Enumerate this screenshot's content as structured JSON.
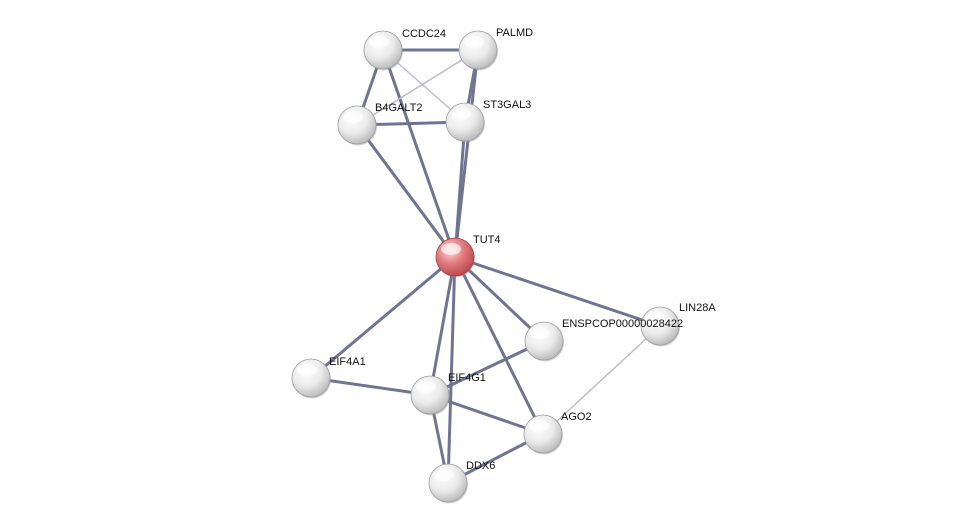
{
  "colors": {
    "node_query": "#d9666b",
    "node_default": "#e8e8e8",
    "edge_strong": "#6f7590",
    "edge_light": "#b9bcc8"
  },
  "nodes": [
    {
      "id": "ccdc24",
      "label": "CCDC24",
      "type": "default"
    },
    {
      "id": "palmd",
      "label": "PALMD",
      "type": "default"
    },
    {
      "id": "b4galt2",
      "label": "B4GALT2",
      "type": "default"
    },
    {
      "id": "st3gal3",
      "label": "ST3GAL3",
      "type": "default"
    },
    {
      "id": "tut4",
      "label": "TUT4",
      "type": "query"
    },
    {
      "id": "lin28a",
      "label": "LIN28A",
      "type": "default"
    },
    {
      "id": "enspcop",
      "label": "ENSPCOP00000028422",
      "type": "default"
    },
    {
      "id": "eif4a1",
      "label": "EIF4A1",
      "type": "default"
    },
    {
      "id": "eif4g1",
      "label": "EIF4G1",
      "type": "default"
    },
    {
      "id": "ago2",
      "label": "AGO2",
      "type": "default"
    },
    {
      "id": "ddx6",
      "label": "DDX6",
      "type": "default"
    }
  ],
  "edges": [
    {
      "from": "ccdc24",
      "to": "palmd",
      "strength": "strong"
    },
    {
      "from": "ccdc24",
      "to": "b4galt2",
      "strength": "strong"
    },
    {
      "from": "ccdc24",
      "to": "st3gal3",
      "strength": "light"
    },
    {
      "from": "ccdc24",
      "to": "tut4",
      "strength": "strong"
    },
    {
      "from": "palmd",
      "to": "b4galt2",
      "strength": "light"
    },
    {
      "from": "palmd",
      "to": "st3gal3",
      "strength": "strong"
    },
    {
      "from": "palmd",
      "to": "tut4",
      "strength": "strong"
    },
    {
      "from": "b4galt2",
      "to": "st3gal3",
      "strength": "strong"
    },
    {
      "from": "b4galt2",
      "to": "tut4",
      "strength": "strong"
    },
    {
      "from": "st3gal3",
      "to": "tut4",
      "strength": "strong"
    },
    {
      "from": "tut4",
      "to": "lin28a",
      "strength": "strong"
    },
    {
      "from": "tut4",
      "to": "enspcop",
      "strength": "strong"
    },
    {
      "from": "tut4",
      "to": "eif4a1",
      "strength": "strong"
    },
    {
      "from": "tut4",
      "to": "eif4g1",
      "strength": "strong"
    },
    {
      "from": "tut4",
      "to": "ago2",
      "strength": "strong"
    },
    {
      "from": "tut4",
      "to": "ddx6",
      "strength": "strong"
    },
    {
      "from": "lin28a",
      "to": "ago2",
      "strength": "light"
    },
    {
      "from": "enspcop",
      "to": "eif4g1",
      "strength": "strong"
    },
    {
      "from": "eif4a1",
      "to": "eif4g1",
      "strength": "strong"
    },
    {
      "from": "eif4g1",
      "to": "ago2",
      "strength": "strong"
    },
    {
      "from": "eif4g1",
      "to": "ddx6",
      "strength": "strong"
    },
    {
      "from": "ago2",
      "to": "ddx6",
      "strength": "strong"
    }
  ]
}
